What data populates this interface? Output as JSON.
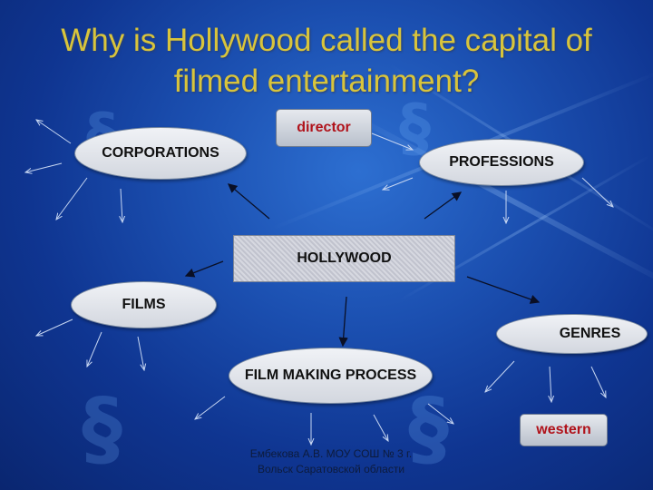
{
  "title": "Why is Hollywood called the capital of filmed entertainment?",
  "center": "HOLLYWOOD",
  "nodes": {
    "corporations": "CORPORATIONS",
    "professions": "PROFESSIONS",
    "films": "FILMS",
    "genres": "GENRES",
    "film_making_process": "FILM MAKING PROCESS"
  },
  "tags": {
    "director": "director",
    "western": "western"
  },
  "footer": {
    "line1": "Ембекова А.В. МОУ СОШ № 3 г.",
    "line2": "Вольск Саратовской области"
  },
  "colors": {
    "title": "#d8c43c",
    "tag_text": "#b0121a",
    "background": "#1b4fb0"
  }
}
